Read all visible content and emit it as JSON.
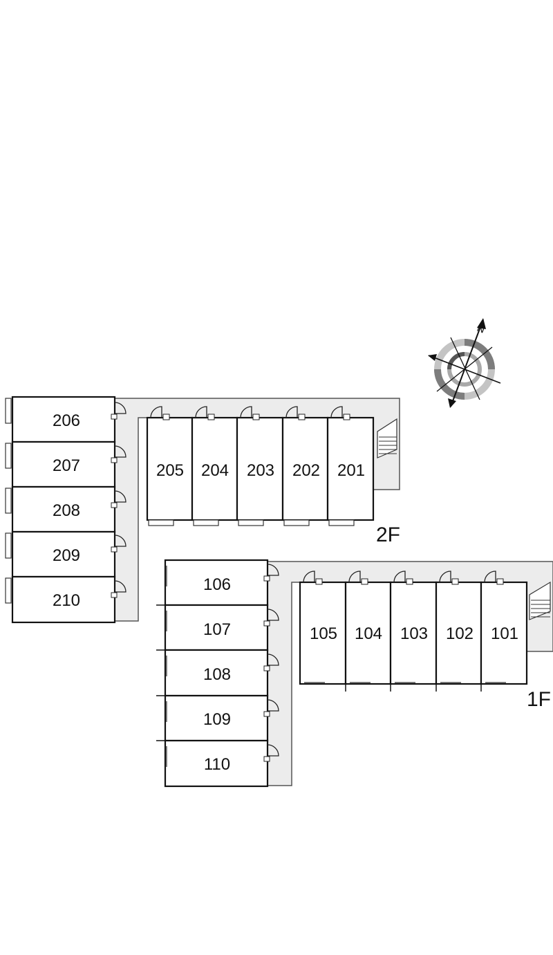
{
  "floor_plan": {
    "compass": {
      "north_label": "N"
    },
    "floors": [
      {
        "label": "2F",
        "side_units": [
          "206",
          "207",
          "208",
          "209",
          "210"
        ],
        "row_units": [
          "205",
          "204",
          "203",
          "202",
          "201"
        ]
      },
      {
        "label": "1F",
        "side_units": [
          "106",
          "107",
          "108",
          "109",
          "110"
        ],
        "row_units": [
          "105",
          "104",
          "103",
          "102",
          "101"
        ]
      }
    ]
  }
}
